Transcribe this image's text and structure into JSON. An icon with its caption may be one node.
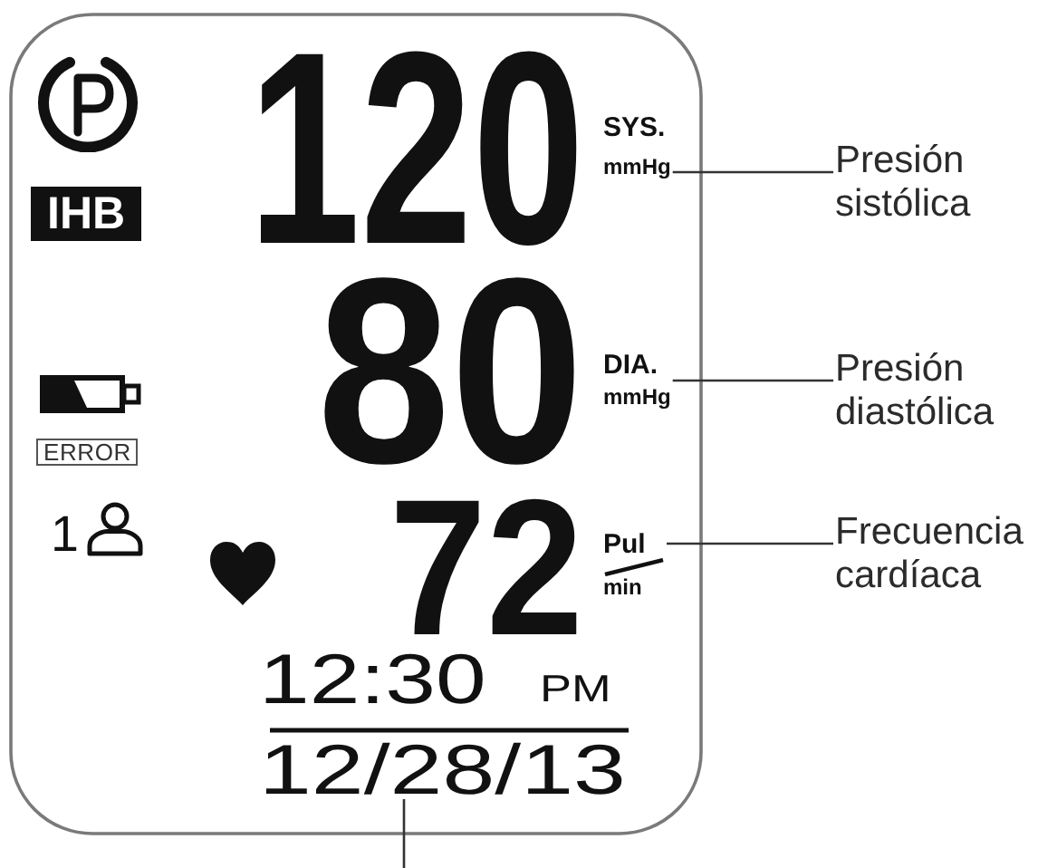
{
  "diagram": {
    "nodes": [
      {
        "text": [
          "SYS.",
          "mmHg"
        ]
      },
      {
        "text": [
          "Presión sistólica"
        ]
      },
      {
        "text": [
          "DIA.",
          "mmHg"
        ]
      },
      {
        "text": [
          "Presión diastólica"
        ]
      },
      {
        "text": [
          "Pul",
          "min"
        ]
      },
      {
        "text": [
          "Frecuencia cardíaca"
        ]
      },
      {
        "text": [
          "12/28/13"
        ]
      }
    ],
    "edges": [
      {
        "from": 1,
        "to": 0,
        "arrow": "none"
      },
      {
        "from": 3,
        "to": 2,
        "arrow": "none"
      },
      {
        "from": 5,
        "to": 4,
        "arrow": "none"
      },
      {
        "from": null,
        "to": 6,
        "arrow": "none"
      }
    ],
    "labels": [
      "120",
      "IHB",
      "80",
      "ERROR",
      "1",
      "72",
      "12:30",
      "PM"
    ]
  }
}
